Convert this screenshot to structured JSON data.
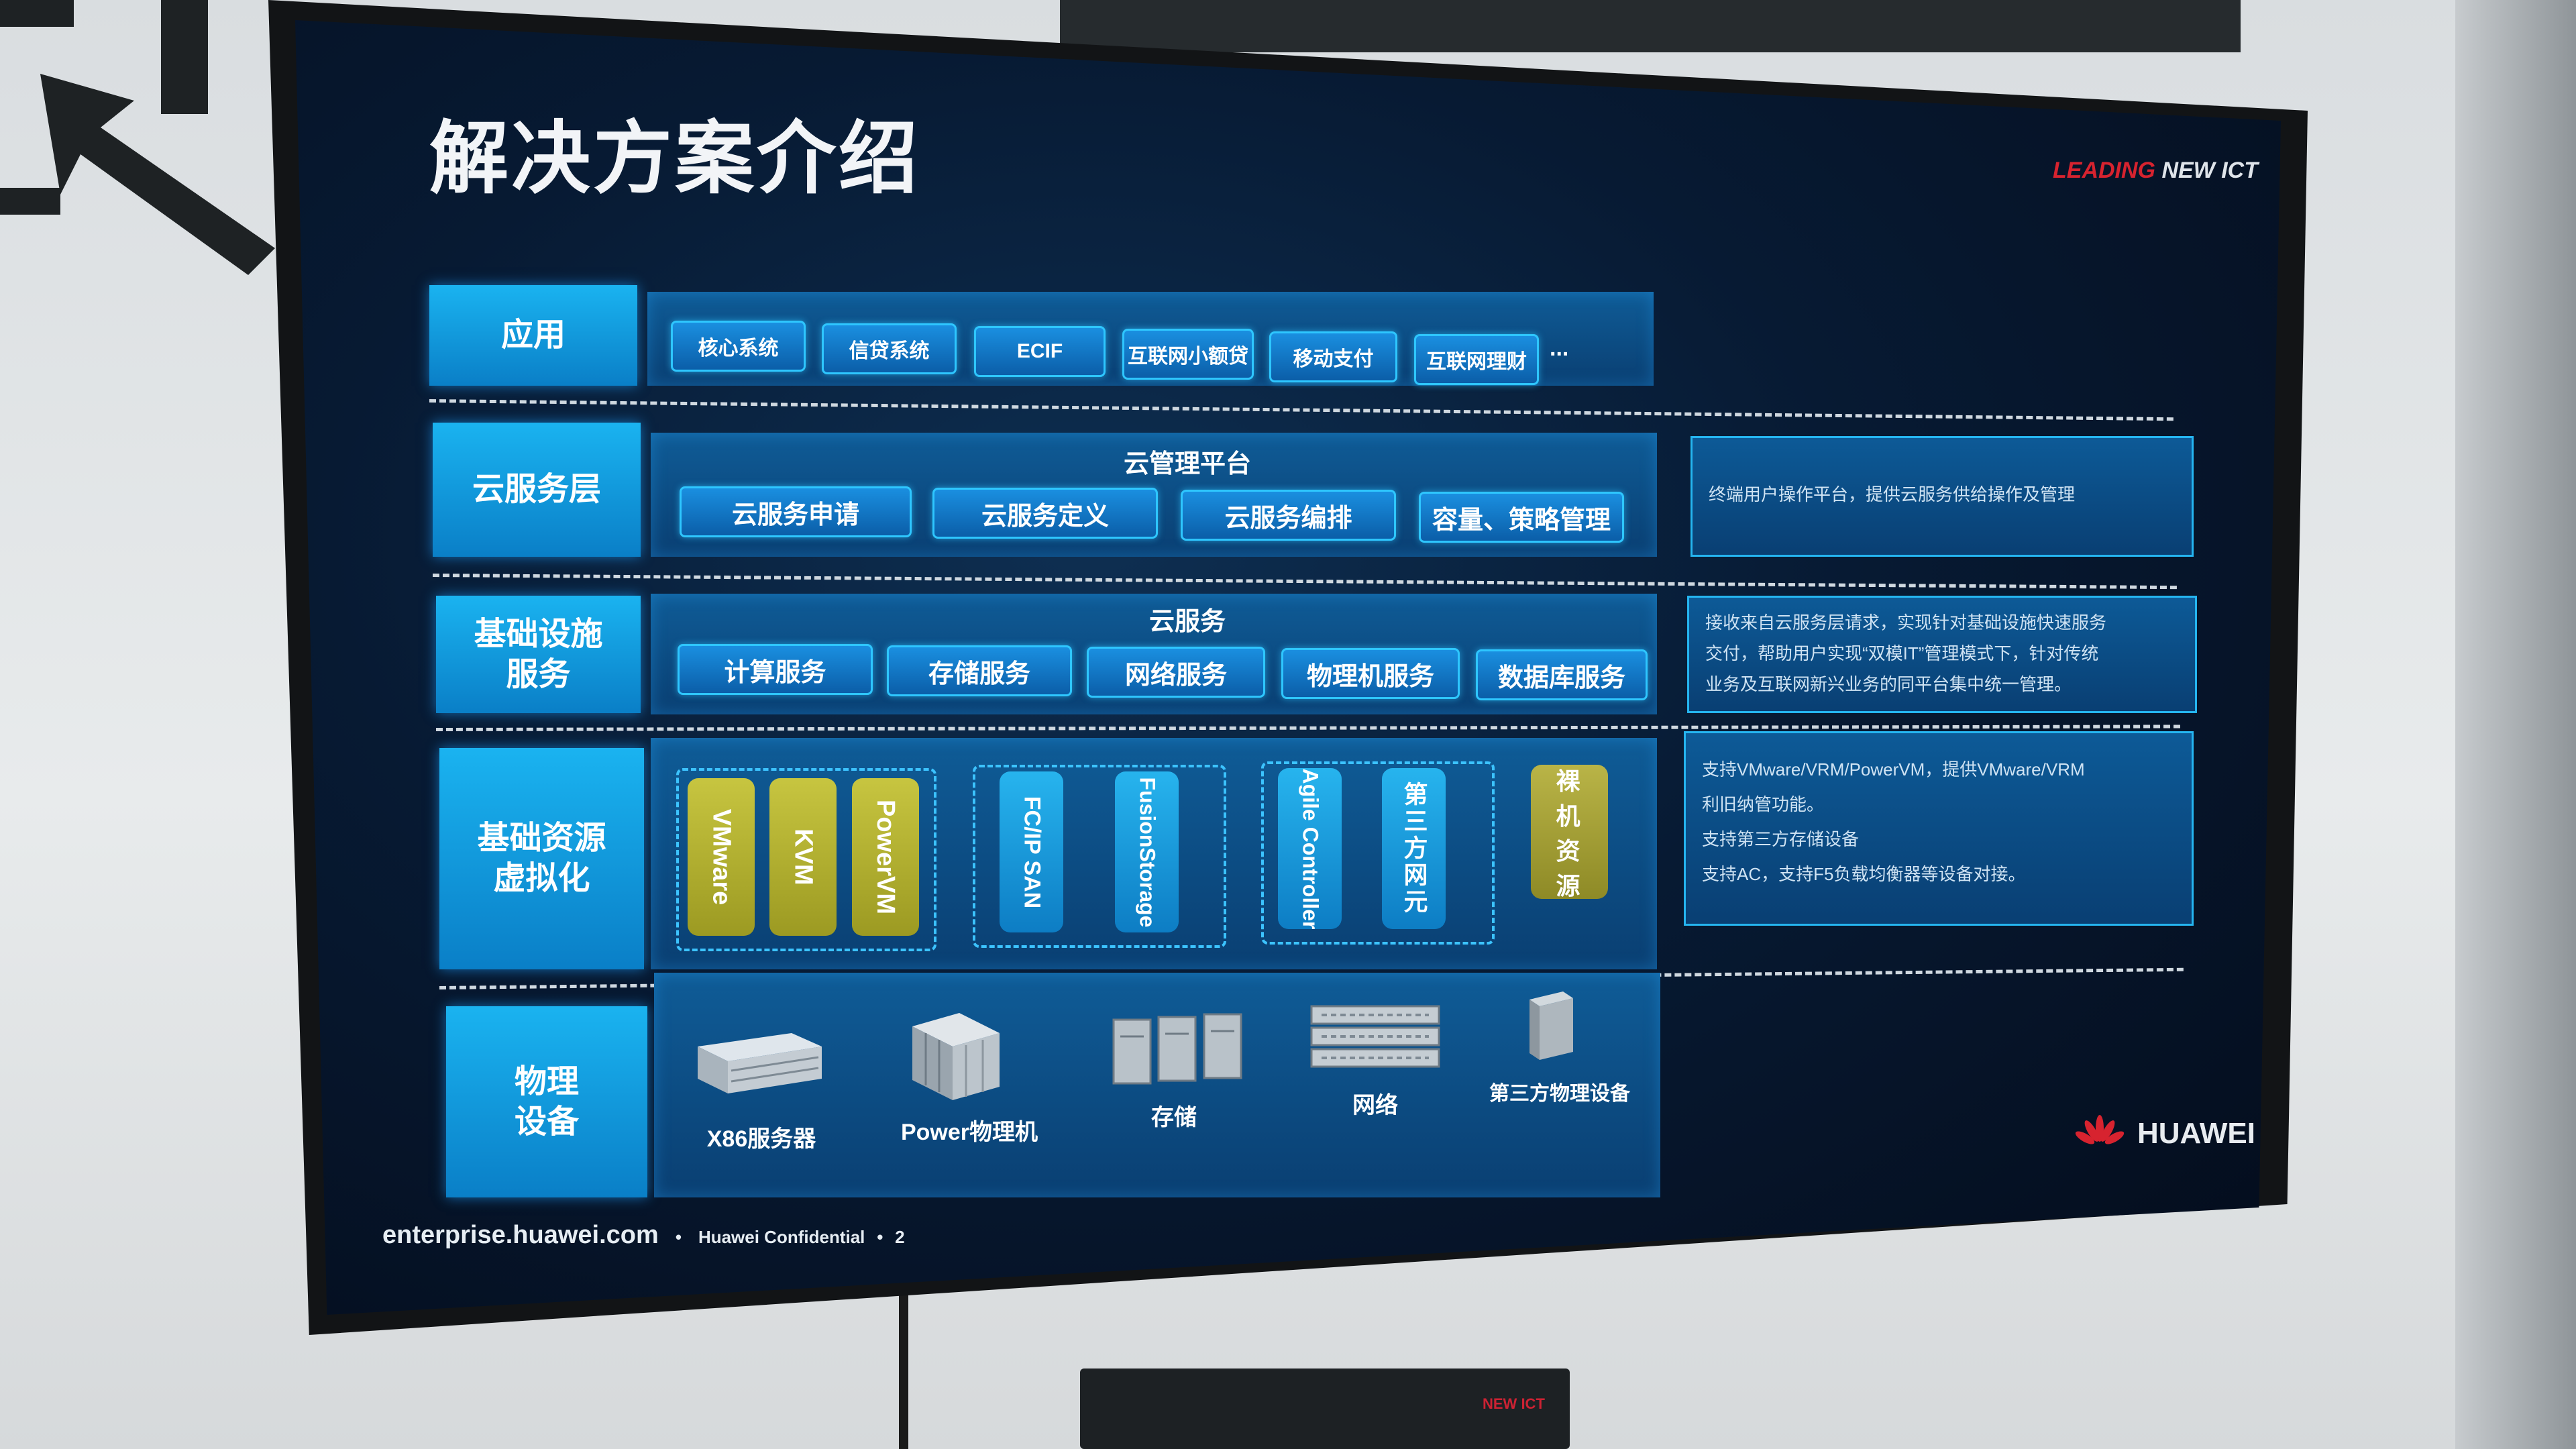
{
  "slide": {
    "title": "解决方案介绍",
    "brand_leading": "LEADING",
    "brand_ict": "NEW ICT",
    "footer_site": "enterprise.huawei.com",
    "footer_conf": "Huawei Confidential",
    "footer_page": "2",
    "huawei": "HUAWEI"
  },
  "layers": {
    "app": {
      "label": "应用",
      "items": [
        "核心系统",
        "信贷系统",
        "ECIF",
        "互联网小额贷",
        "移动支付",
        "互联网理财",
        "..."
      ]
    },
    "cloud": {
      "label": "云服务层",
      "title": "云管理平台",
      "items": [
        "云服务申请",
        "云服务定义",
        "云服务编排",
        "容量、策略管理"
      ],
      "note": "终端用户操作平台，提供云服务供给操作及管理"
    },
    "infra": {
      "label_1": "基础设施",
      "label_2": "服务",
      "title": "云服务",
      "items": [
        "计算服务",
        "存储服务",
        "网络服务",
        "物理机服务",
        "数据库服务"
      ],
      "note_1": "接收来自云服务层请求，实现针对基础设施快速服务",
      "note_2": "交付，帮助用户实现“双模IT”管理模式下，针对传统",
      "note_3": "业务及互联网新兴业务的同平台集中统一管理。"
    },
    "virt": {
      "label_1": "基础资源",
      "label_2": "虚拟化",
      "compute": [
        "VMware",
        "KVM",
        "PowerVM"
      ],
      "storage": [
        "FC/IP SAN",
        "FusionStorage"
      ],
      "network": [
        "Agile Controller",
        "第三方网元"
      ],
      "bare": "裸机资源",
      "note_1": "支持VMware/VRM/PowerVM，提供VMware/VRM",
      "note_2": "利旧纳管功能。",
      "note_3": "支持第三方存储设备",
      "note_4": "支持AC，支持F5负载均衡器等设备对接。"
    },
    "phys": {
      "label_1": "物理",
      "label_2": "设备",
      "items": [
        "X86服务器",
        "Power物理机",
        "存储",
        "网络",
        "第三方物理设备"
      ]
    }
  },
  "colors": {
    "label_blue": "#1ab3f0",
    "band_blue": "#0f5c97",
    "accent_cyan": "#2ec6ff",
    "pill_yellow": "#c7c540",
    "brand_red": "#d7232f"
  }
}
